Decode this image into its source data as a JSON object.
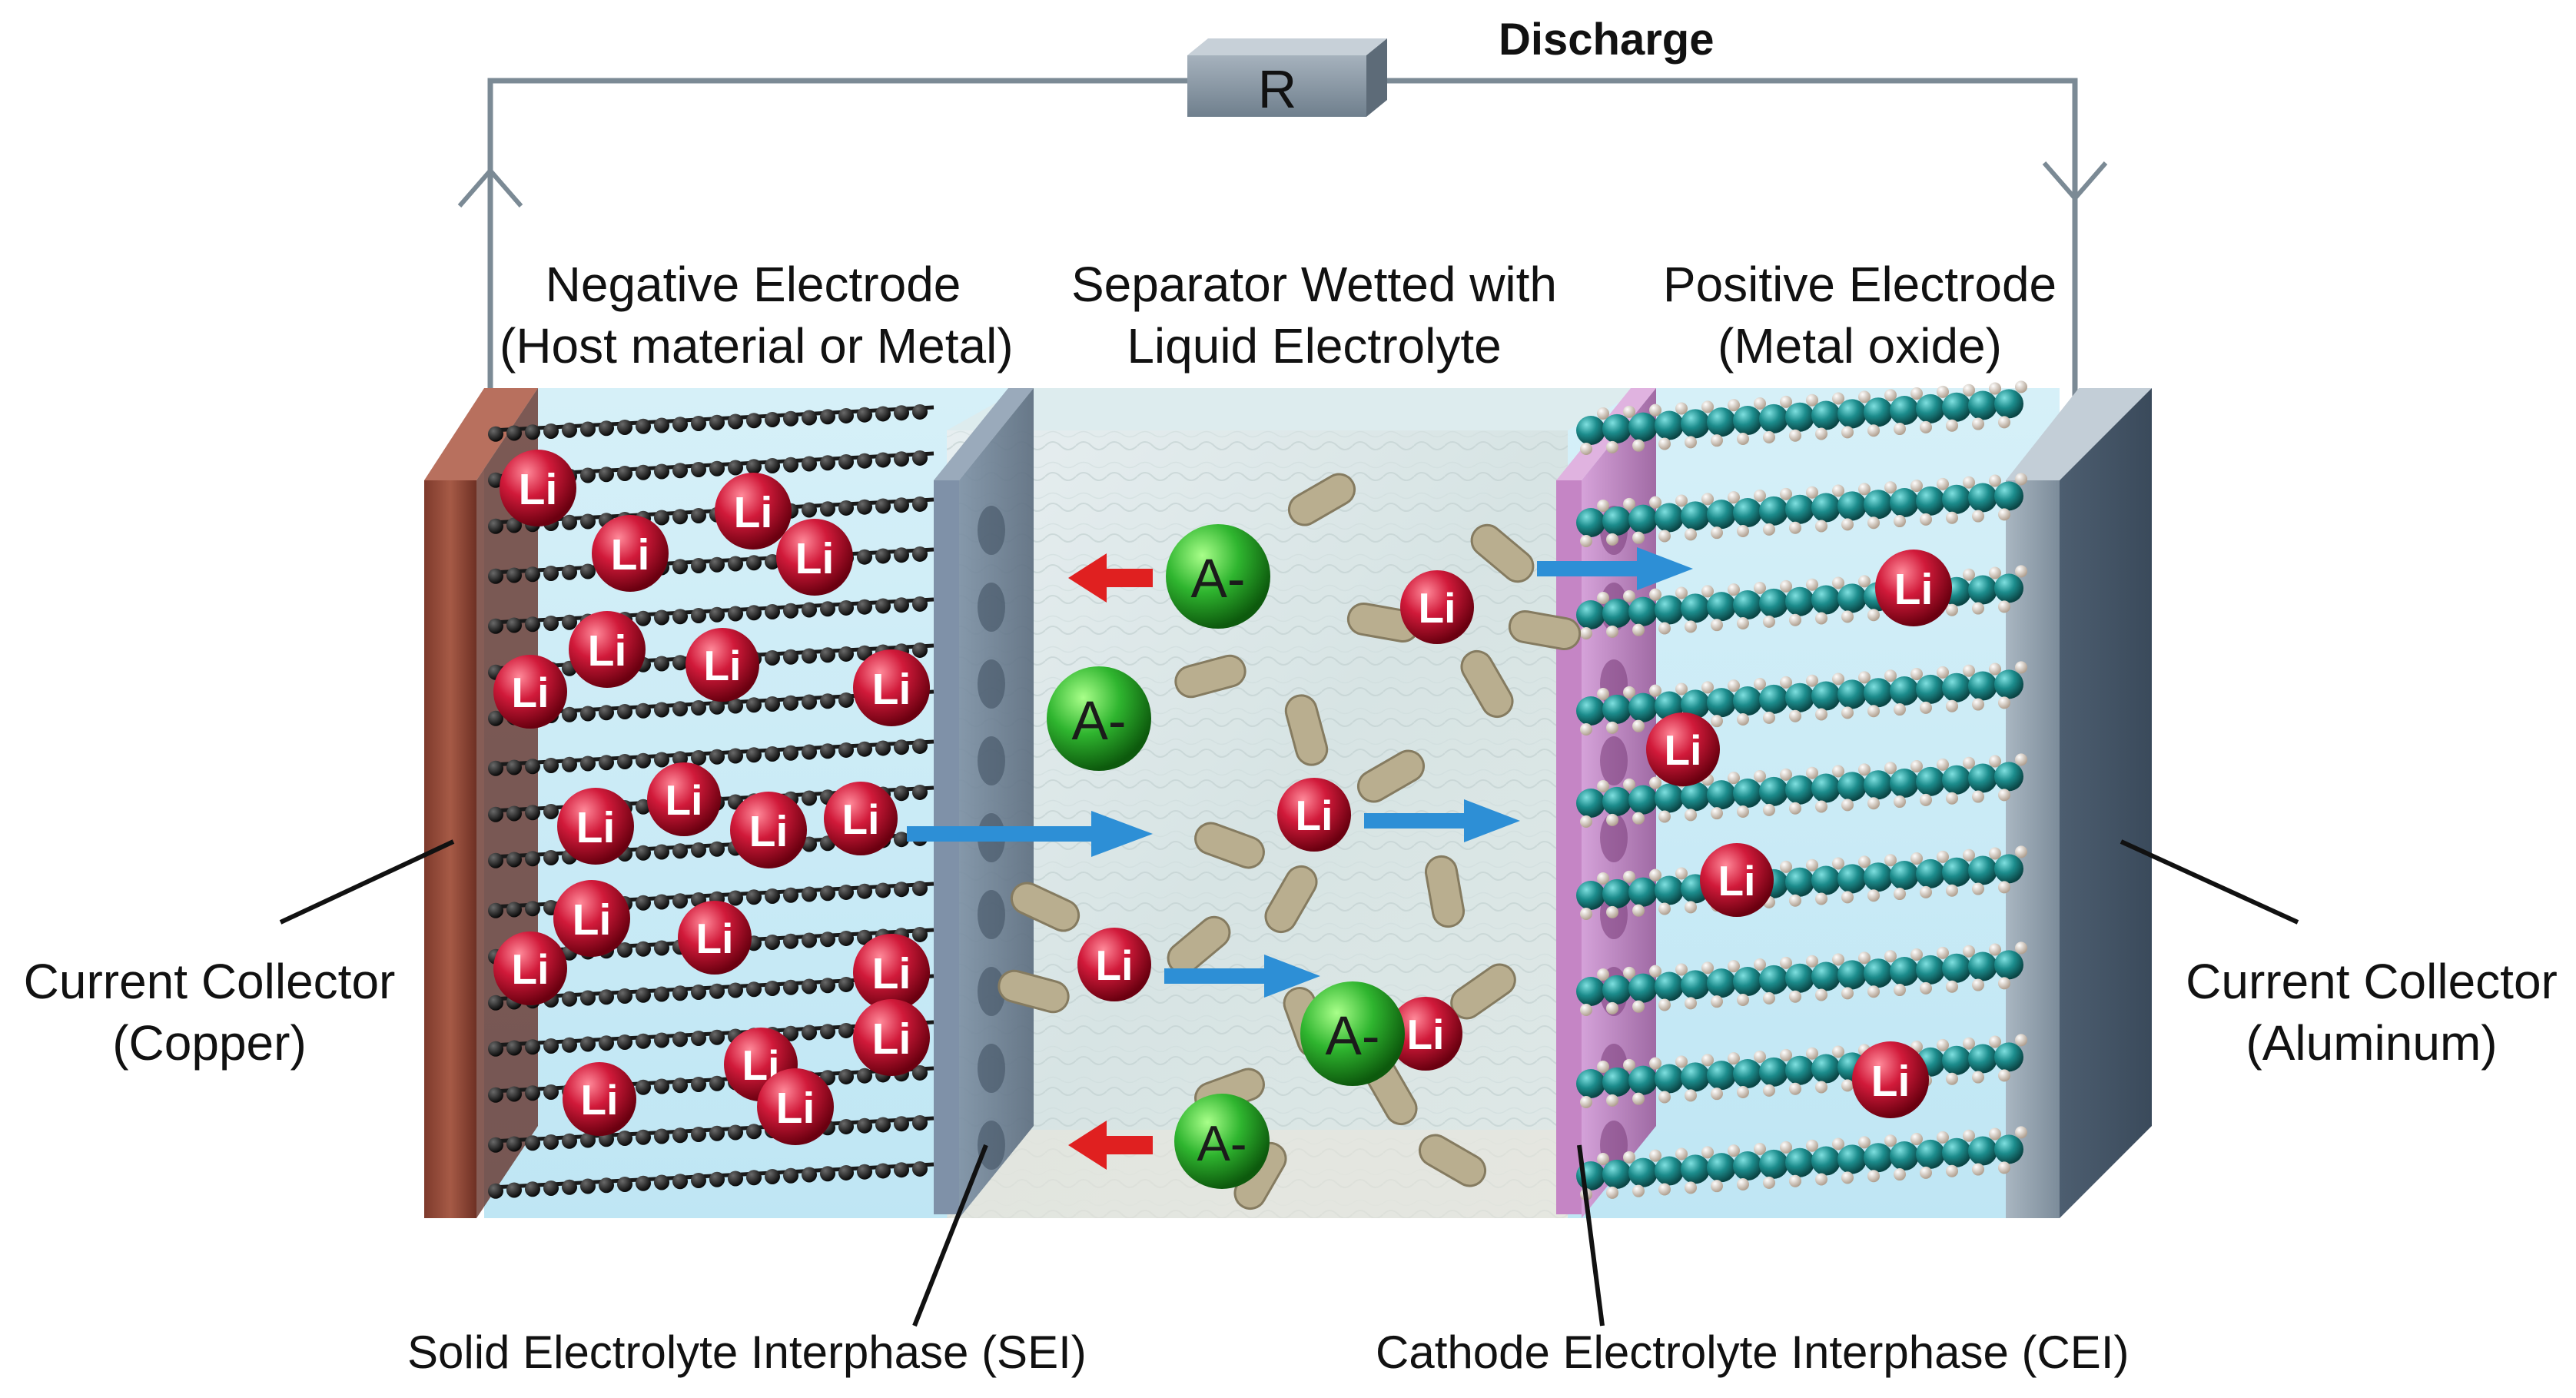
{
  "diagram": {
    "title": "Discharge",
    "resistor_label": "R",
    "ion_labels": {
      "lithium": "Li",
      "anion": "A-"
    },
    "labels": {
      "negative_electrode": [
        "Negative Electrode",
        "(Host material or Metal)"
      ],
      "separator": [
        "Separator Wetted with",
        "Liquid Electrolyte"
      ],
      "positive_electrode": [
        "Positive Electrode",
        "(Metal oxide)"
      ],
      "left_collector": [
        "Current Collector",
        "(Copper)"
      ],
      "right_collector": [
        "Current Collector",
        "(Aluminum)"
      ],
      "sei": "Solid Electrolyte Interphase (SEI)",
      "cei": "Cathode Electrolyte Interphase (CEI)"
    },
    "colors": {
      "copper": "#9a4b3a",
      "aluminum": "#8fa0ae",
      "lithium": "#c0102f",
      "anion": "#28a028",
      "li_flow_arrow": "#2d8fd6",
      "anion_flow_arrow": "#e02020",
      "oxide_atom": "#1c8c8c",
      "graphite_atom": "#202020",
      "wire": "#7b8a95"
    }
  }
}
